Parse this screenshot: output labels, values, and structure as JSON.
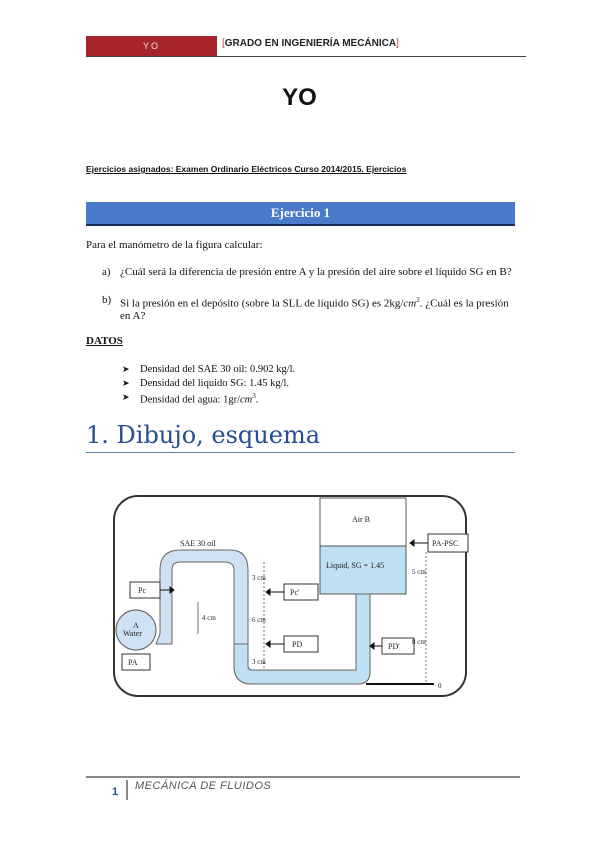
{
  "header": {
    "badge": "YO",
    "bracket_open": "[",
    "title": "GRADO EN INGENIERÍA MECÁNICA",
    "bracket_close": "]"
  },
  "document": {
    "main_title": "YO",
    "assigned": "Ejercicios asignados: Examen Ordinario Eléctricos Curso 2014/2015. Ejercicios"
  },
  "exercise": {
    "heading": "Ejercicio 1",
    "intro": "Para el manómetro de la figura calcular:",
    "questions": [
      {
        "label": "a)",
        "text_before": "¿Cuál será la diferencia de presión entre A y la presión del aire sobre el líquido SG en B?",
        "unit": "",
        "text_after": ""
      },
      {
        "label": "b)",
        "text_before": "Si la presión en el depósito (sobre la SLL de líquido SG) es 2kg/",
        "unit": "cm",
        "exp": "2",
        "text_after": ". ¿Cuál es la presión en A?"
      }
    ],
    "datos_heading": "DATOS",
    "datos": [
      {
        "text": "Densidad del SAE 30 oil: 0.902 kg/l."
      },
      {
        "text": "Densidad del liquido SG: 1.45 kg/l."
      },
      {
        "text": "Densidad del agua: 1gr/",
        "unit": "cm",
        "exp": "3",
        "after": "."
      }
    ],
    "bullet_glyph": "➤"
  },
  "section": {
    "heading": "1. Dibujo, esquema"
  },
  "diagram": {
    "labels": {
      "air": "Air B",
      "liquid": "Liquid, SG = 1.45",
      "sae": "SAE 30 oil",
      "water_a": "A",
      "water": "Water",
      "pc": "Pc",
      "pc_prime": "Pc'",
      "pd": "PD",
      "pd_prime": "PD'",
      "pa": "PA",
      "pa_psc": "PA-PSC",
      "d3cm_top": "3 cm",
      "d4cm": "4 cm",
      "d6cm": "6 cm",
      "d3cm_bot": "3 cm",
      "d5cm": "5 cm",
      "d8cm": "8 cm",
      "zero": "0"
    },
    "colors": {
      "pipe_fill": "#cfe2f3",
      "liquid_fill": "#bfe0f2",
      "frame": "#333333",
      "arrow": "#111111"
    }
  },
  "footer": {
    "page": "1",
    "text": "MECÁNICA DE FLUIDOS"
  }
}
